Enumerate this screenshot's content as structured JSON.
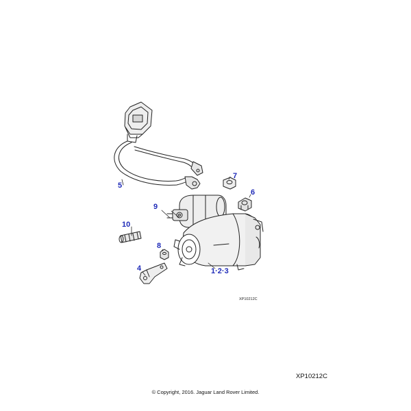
{
  "callouts": {
    "c1": "1",
    "c2": "2",
    "c3": "3",
    "c4": "4",
    "c5": "5",
    "c6": "6",
    "c7": "7",
    "c8": "8",
    "c9": "9",
    "c10": "10"
  },
  "small_ref": "XP10212C",
  "figure_ref": "XP10212C",
  "copyright": "© Copyright, 2016. Jaguar Land Rover Limited.",
  "colors": {
    "callout": "#1f2bb8",
    "line": "#222222",
    "shade": "#e6e6e6"
  }
}
